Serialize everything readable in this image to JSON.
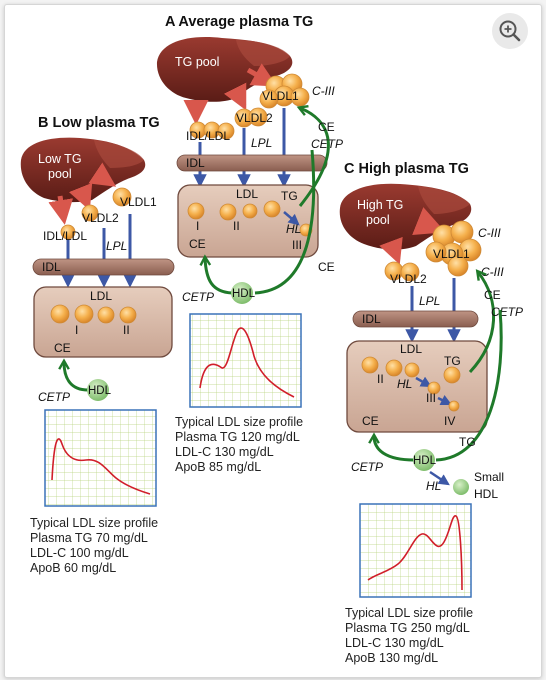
{
  "panel_a": {
    "title": "A Average plasma TG",
    "liver_label": "TG pool",
    "vldl1": "VLDL1",
    "vldl2": "VLDL2",
    "c3": "C-III",
    "idl_ldl": "IDL/LDL",
    "lpl": "LPL",
    "idl": "IDL",
    "ldl": "LDL",
    "tg": "TG",
    "hl": "HL",
    "sub_i": "I",
    "sub_ii": "II",
    "sub_iii": "III",
    "ce_inner": "CE",
    "ce_arrow1": "CE",
    "ce_arrow2": "CE",
    "cetp_top": "CETP",
    "cetp_bottom": "CETP",
    "hdl": "HDL",
    "caption": [
      "Typical LDL size profile",
      "Plasma TG 120 mg/dL",
      "LDL-C 130 mg/dL",
      "ApoB 85 mg/dL"
    ]
  },
  "panel_b": {
    "title": "B Low plasma TG",
    "liver_label_1": "Low TG",
    "liver_label_2": "pool",
    "vldl1": "VLDL1",
    "vldl2": "VLDL2",
    "idl_ldl": "IDL/LDL",
    "lpl": "LPL",
    "idl": "IDL",
    "ldl": "LDL",
    "sub_i": "I",
    "sub_ii": "II",
    "ce_inner": "CE",
    "cetp": "CETP",
    "hdl": "HDL",
    "caption": [
      "Typical LDL size profile",
      "Plasma TG 70 mg/dL",
      "LDL-C 100 mg/dL",
      "ApoB 60 mg/dL"
    ]
  },
  "panel_c": {
    "title": "C High plasma TG",
    "liver_label_1": "High TG",
    "liver_label_2": "pool",
    "vldl1": "VLDL1",
    "vldl2": "VLDL2",
    "c3_top": "C-III",
    "c3_mid": "C-III",
    "lpl": "LPL",
    "idl": "IDL",
    "ldl": "LDL",
    "tg_inner": "TG",
    "hl_inner": "HL",
    "sub_ii": "II",
    "sub_iii": "III",
    "sub_iv": "IV",
    "ce_inner": "CE",
    "ce_arrow": "CE",
    "cetp_right": "CETP",
    "tg_outer": "TG",
    "cetp_left": "CETP",
    "hdl": "HDL",
    "hl_outer": "HL",
    "small_hdl_1": "Small",
    "small_hdl_2": "HDL",
    "caption": [
      "Typical LDL size profile",
      "Plasma TG 250 mg/dL",
      "LDL-C 130 mg/dL",
      "ApoB 130 mg/dL"
    ]
  },
  "zoom_icon": "magnifier-plus-icon",
  "colors": {
    "liver": "#7a2a22",
    "liver_light": "#b04a3e",
    "particle": "#f0a43a",
    "particle_light": "#ffd08a",
    "idl_bar": "#a17567",
    "cell_box": "#dcbfae",
    "hdl": "#9bd08a",
    "green_arrow": "#1f7a2a",
    "red_arrow": "#d8574c",
    "blue_arrow": "#4a66b0",
    "grid": "#a4c866",
    "grid_border": "#3a72b8",
    "curve": "#d11f2a"
  }
}
